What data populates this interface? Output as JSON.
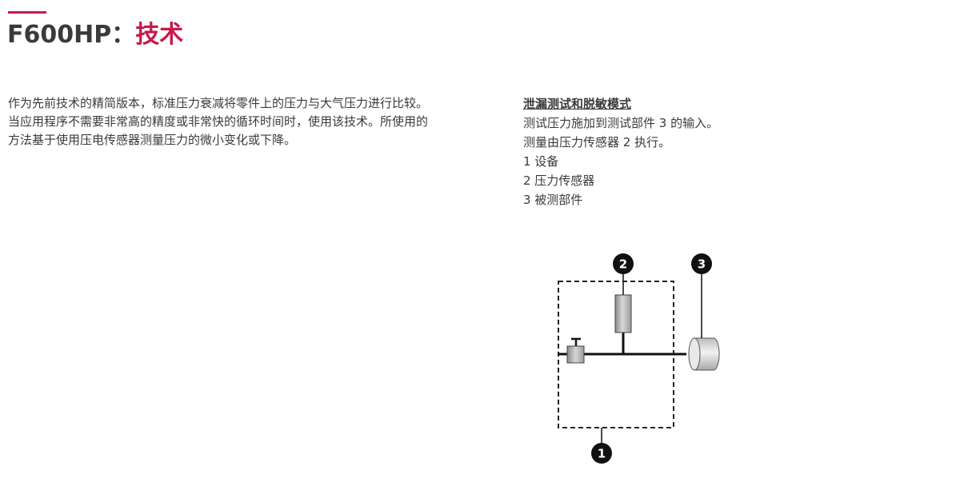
{
  "header": {
    "title_prefix": "F600HP：",
    "title_highlight": "技术",
    "accent_color": "#c8194b"
  },
  "intro": {
    "lines": [
      "作为先前技术的精简版本，标准压力衰减将零件上的压力与大气压力进行比较。",
      "当应用程序不需要非常高的精度或非常快的循环时间时，使用该技术。所使用的",
      "方法基于使用压电传感器测量压力的微小变化或下降。"
    ]
  },
  "mode": {
    "heading": "泄漏测试和脱敏模式",
    "lines": [
      "测试压力施加到测试部件 3 的输入。",
      "测量由压力传感器 2 执行。",
      "1 设备",
      "2 压力传感器",
      "3 被测部件"
    ]
  },
  "diagram": {
    "badges": {
      "equipment": "1",
      "sensor": "2",
      "part": "3"
    }
  }
}
